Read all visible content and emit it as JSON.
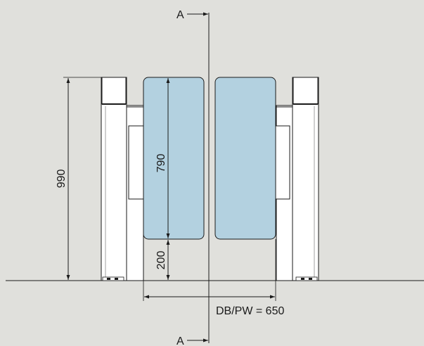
{
  "section_marker_top": "A",
  "section_marker_bottom": "A",
  "dimensions": {
    "total_height": "990",
    "glass_height": "790",
    "bottom_clearance": "200",
    "passage_width": "DB/PW = 650"
  },
  "colors": {
    "background": "#e0e0dc",
    "glass": "#b3d1e0",
    "cabinet": "#ffffff",
    "line": "#1a1a1a"
  }
}
